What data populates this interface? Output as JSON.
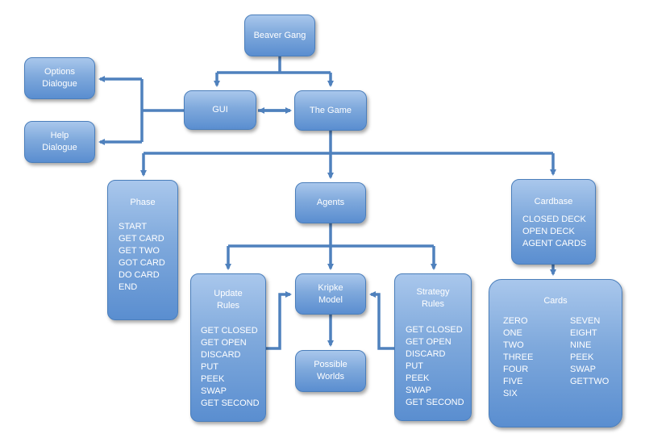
{
  "colors": {
    "node_fill": "#6f9ed8",
    "node_border": "#4a7ebb",
    "connector": "#4f81bd",
    "text": "#ffffff"
  },
  "nodes": {
    "beaver_gang": {
      "label": "Beaver Gang"
    },
    "gui": {
      "label": "GUI"
    },
    "the_game": {
      "label": "The Game"
    },
    "options_dialogue": {
      "label": "Options\nDialogue"
    },
    "help_dialogue": {
      "label": "Help\nDialogue"
    },
    "phase": {
      "title": "Phase",
      "items": [
        "START",
        "GET CARD",
        "GET TWO",
        "GOT CARD",
        "DO CARD",
        "END"
      ]
    },
    "agents": {
      "label": "Agents"
    },
    "cardbase": {
      "title": "Cardbase",
      "items": [
        "CLOSED DECK",
        "OPEN DECK",
        "AGENT CARDS"
      ]
    },
    "update_rules": {
      "title": "Update\nRules",
      "items": [
        "GET CLOSED",
        "GET OPEN",
        "DISCARD",
        "PUT",
        "PEEK",
        "SWAP",
        "GET SECOND"
      ]
    },
    "kripke_model": {
      "label": "Kripke\nModel"
    },
    "strategy_rules": {
      "title": "Strategy\nRules",
      "items": [
        "GET CLOSED",
        "GET OPEN",
        "DISCARD",
        "PUT",
        "PEEK",
        "SWAP",
        "GET SECOND"
      ]
    },
    "possible_worlds": {
      "label": "Possible\nWorlds"
    },
    "cards": {
      "title": "Cards",
      "col1": [
        "ZERO",
        "ONE",
        "TWO",
        "THREE",
        "FOUR",
        "FIVE",
        "SIX"
      ],
      "col2": [
        "SEVEN",
        "EIGHT",
        "NINE",
        "PEEK",
        "SWAP",
        "GETTWO"
      ]
    }
  }
}
